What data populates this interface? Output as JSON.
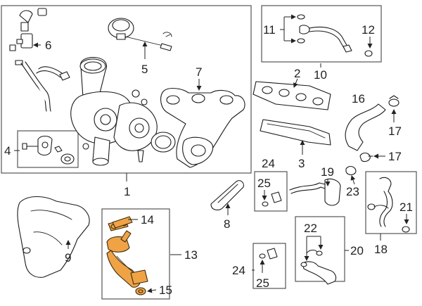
{
  "callouts": {
    "c1": "1",
    "c2": "2",
    "c3": "3",
    "c4": "4",
    "c5": "5",
    "c6": "6",
    "c7": "7",
    "c8": "8",
    "c9": "9",
    "c10": "10",
    "c11": "11",
    "c12": "12",
    "c13": "13",
    "c14": "14",
    "c15": "15",
    "c16": "16",
    "c17a": "17",
    "c17b": "17",
    "c18": "18",
    "c19": "19",
    "c20": "20",
    "c21": "21",
    "c22": "22",
    "c23": "23",
    "c24a": "24",
    "c24b": "24",
    "c25a": "25",
    "c25b": "25"
  },
  "colors": {
    "highlight": "#f0a345",
    "line": "#1a1a1a",
    "box": "#555555"
  }
}
